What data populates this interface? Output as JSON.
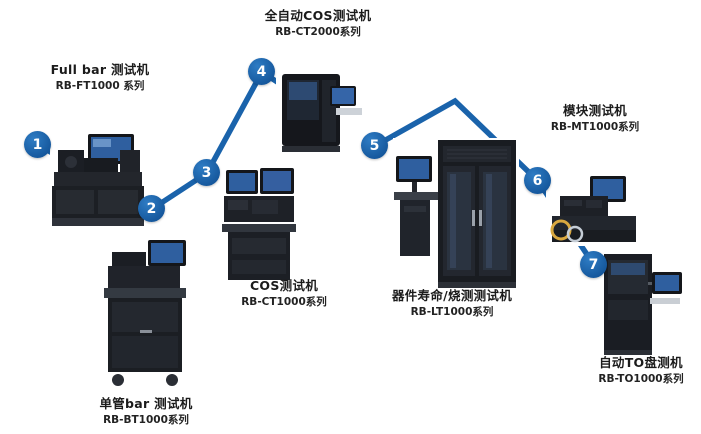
{
  "diagram": {
    "accent_color": "#1a63ab",
    "steps": [
      {
        "num": "1",
        "title": "Full bar 测试机",
        "model": "RB-FT1000 系列"
      },
      {
        "num": "2",
        "title": "单管bar 测试机",
        "model": "RB-BT1000系列"
      },
      {
        "num": "3",
        "title": "COS测试机",
        "model": "RB-CT1000系列"
      },
      {
        "num": "4",
        "title": "全自动COS测试机",
        "model": "RB-CT2000系列"
      },
      {
        "num": "5",
        "title": "器件寿命/烧测测试机",
        "model": "RB-LT1000系列"
      },
      {
        "num": "6",
        "title": "模块测试机",
        "model": "RB-MT1000系列"
      },
      {
        "num": "7",
        "title": "自动TO盘测机",
        "model": "RB-TO1000系列"
      }
    ]
  }
}
